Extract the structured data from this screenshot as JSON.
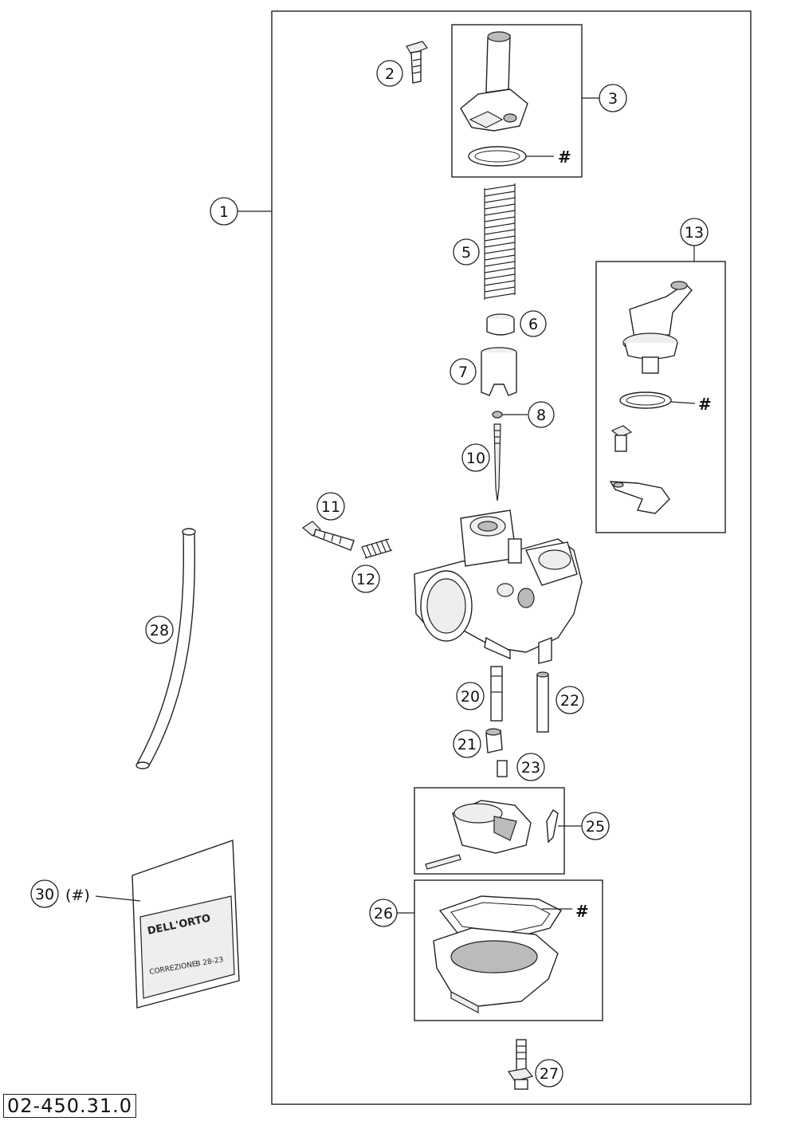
{
  "document_code": "02-450.31.0",
  "callouts": {
    "c1": "1",
    "c2": "2",
    "c3": "3",
    "c5": "5",
    "c6": "6",
    "c7": "7",
    "c8": "8",
    "c10": "10",
    "c11": "11",
    "c12": "12",
    "c13": "13",
    "c20": "20",
    "c21": "21",
    "c22": "22",
    "c23": "23",
    "c25": "25",
    "c26": "26",
    "c27": "27",
    "c28": "28",
    "c30": "30"
  },
  "c30_suffix": "(#)",
  "hash_marker": "#",
  "packet": {
    "line1": "DELL'ORTO",
    "line2": "CORREZIONE",
    "line3": "B 28-23"
  },
  "icons": {
    "carb_body": "carburetor-body-icon",
    "spring": "spring-icon",
    "screw": "screw-icon",
    "hose": "fuel-hose-icon"
  }
}
